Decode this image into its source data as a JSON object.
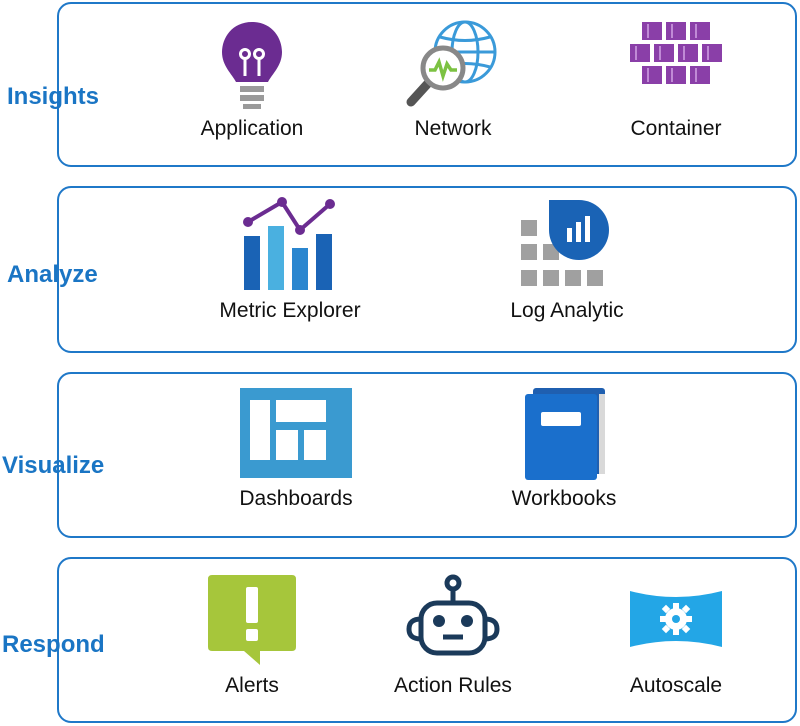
{
  "colors": {
    "border": "#1f78c8",
    "label": "#1a75c4",
    "purple": "#6b2c91",
    "blue": "#1a63b5",
    "lightblue": "#4ab0e0",
    "lime": "#a6c63b",
    "gray": "#9a9a9a"
  },
  "rows": [
    {
      "label": "Insights",
      "items": [
        {
          "label": "Application",
          "icon": "lightbulb-icon"
        },
        {
          "label": "Network",
          "icon": "globe-magnifier-icon"
        },
        {
          "label": "Container",
          "icon": "cubes-icon"
        }
      ]
    },
    {
      "label": "Analyze",
      "items": [
        {
          "label": "Metric Explorer",
          "icon": "bar-line-chart-icon"
        },
        {
          "label": "Log Analytic",
          "icon": "log-analytics-icon"
        }
      ]
    },
    {
      "label": "Visualize",
      "items": [
        {
          "label": "Dashboards",
          "icon": "dashboard-icon"
        },
        {
          "label": "Workbooks",
          "icon": "book-icon"
        }
      ]
    },
    {
      "label": "Respond",
      "items": [
        {
          "label": "Alerts",
          "icon": "alert-icon"
        },
        {
          "label": "Action Rules",
          "icon": "robot-icon"
        },
        {
          "label": "Autoscale",
          "icon": "autoscale-icon"
        }
      ]
    }
  ]
}
